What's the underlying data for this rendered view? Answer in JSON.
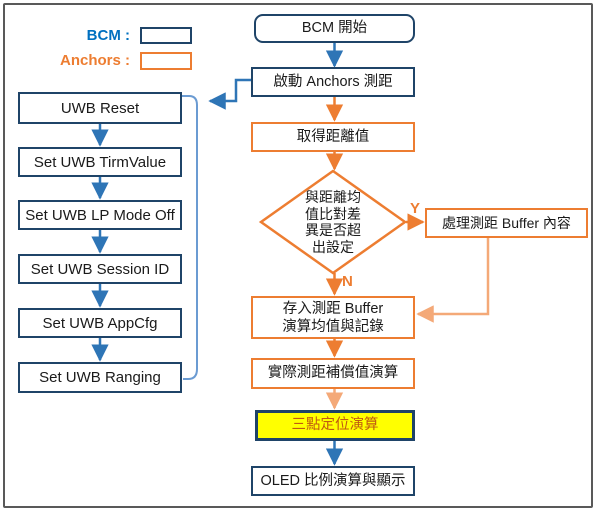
{
  "legend": {
    "bcm_label": "BCM :",
    "anchors_label": "Anchors :"
  },
  "colors": {
    "bcm_text": "#0070C0",
    "navy": "#1F4468",
    "arrow_blue": "#2E75B6",
    "loop_blue": "#6B9BD2",
    "orange": "#ED7D31",
    "light_orange": "#F4A978",
    "yellow": "#FFFF00",
    "highlight_text": "#C05A11",
    "frame_gray": "#595959",
    "text": "#1A1A1A"
  },
  "bcm_sequence": {
    "items": [
      "UWB Reset",
      "Set UWB TirmValue",
      "Set UWB LP Mode Off",
      "Set UWB Session ID",
      "Set UWB AppCfg",
      "Set UWB Ranging"
    ]
  },
  "flow": {
    "start": "BCM 開始",
    "activate_anchors": "啟動 Anchors 測距",
    "get_distance": "取得距離值",
    "process_buffer": "處理測距 Buffer 內容",
    "store_buffer_line1": "存入測距 Buffer",
    "store_buffer_line2": "演算均值與記錄",
    "compensation": "實際測距補償值演算",
    "triangulation": "三點定位演算",
    "oled_display": "OLED 比例演算與顯示"
  },
  "decision": {
    "line1": "與距離均",
    "line2": "值比對差",
    "line3": "異是否超",
    "line4": "出設定",
    "yes_label": "Y",
    "no_label": "N"
  }
}
